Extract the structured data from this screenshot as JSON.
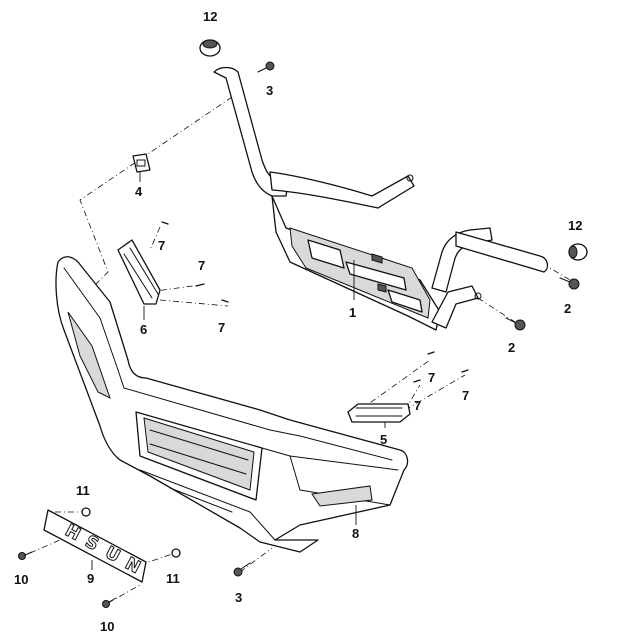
{
  "callouts": {
    "p1": "1",
    "p2a": "2",
    "p2b": "2",
    "p3a": "3",
    "p3b": "3",
    "p4": "4",
    "p5": "5",
    "p6": "6",
    "p7a": "7",
    "p7b": "7",
    "p7c": "7",
    "p7d": "7",
    "p7e": "7",
    "p7f": "7",
    "p8": "8",
    "p9": "9",
    "p10a": "10",
    "p10b": "10",
    "p11a": "11",
    "p11b": "11",
    "p12a": "12",
    "p12b": "12"
  },
  "logo_letters": [
    "H",
    "S",
    "U",
    "N"
  ]
}
